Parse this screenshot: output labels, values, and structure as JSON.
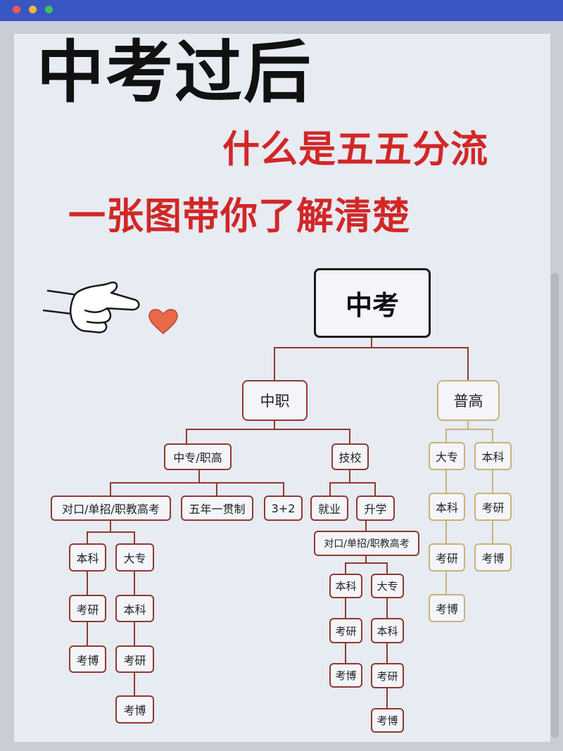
{
  "header": {
    "title": "中考过后",
    "subtitle1": "什么是五五分流",
    "subtitle2": "一张图带你了解清楚"
  },
  "diagram": {
    "root": "中考",
    "zhongzhi": {
      "label": "中职",
      "zhuanzhi": {
        "label": "中专/职高",
        "duikou": {
          "label": "对口/单招/职教高考",
          "benke": "本科",
          "dazhuan": "大专",
          "kaoyan_a": "考研",
          "kaobo_a": "考博",
          "benke_b": "本科",
          "kaoyan_b": "考研",
          "kaobo_b": "考博"
        },
        "wunian": "五年一贯制",
        "three_plus_two": "3+2"
      },
      "jixiao": {
        "label": "技校",
        "jiuye": "就业",
        "shengxue": {
          "label": "升学",
          "duikou": {
            "label": "对口/单招/职教高考",
            "benke": "本科",
            "dazhuan": "大专",
            "kaoyan_a": "考研",
            "kaobo_a": "考博",
            "benke_b": "本科",
            "kaoyan_b": "考研",
            "kaobo_b": "考博"
          }
        }
      }
    },
    "pugao": {
      "label": "普高",
      "dazhuan": {
        "label": "大专",
        "benke": "本科",
        "kaoyan": "考研",
        "kaobo": "考博"
      },
      "benke": {
        "label": "本科",
        "kaoyan": "考研",
        "kaobo": "考博"
      }
    }
  },
  "colors": {
    "accent_red": "#d12727",
    "box_border": "#8f3a32",
    "gold_border": "#c9b27a",
    "window_bar": "#3856c4"
  }
}
